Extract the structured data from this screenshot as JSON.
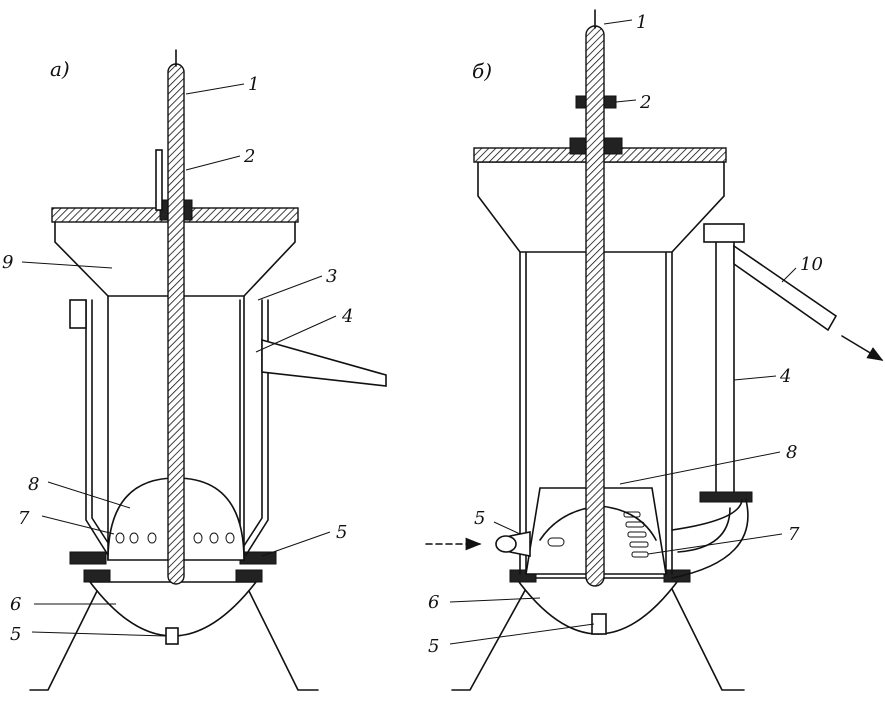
{
  "panels": {
    "a": {
      "label": "а)"
    },
    "b": {
      "label": "б)"
    }
  },
  "callouts_a": [
    "1",
    "2",
    "3",
    "4",
    "5",
    "5",
    "6",
    "7",
    "8",
    "9"
  ],
  "callouts_b": [
    "1",
    "2",
    "4",
    "5",
    "5",
    "6",
    "7",
    "8",
    "10"
  ]
}
